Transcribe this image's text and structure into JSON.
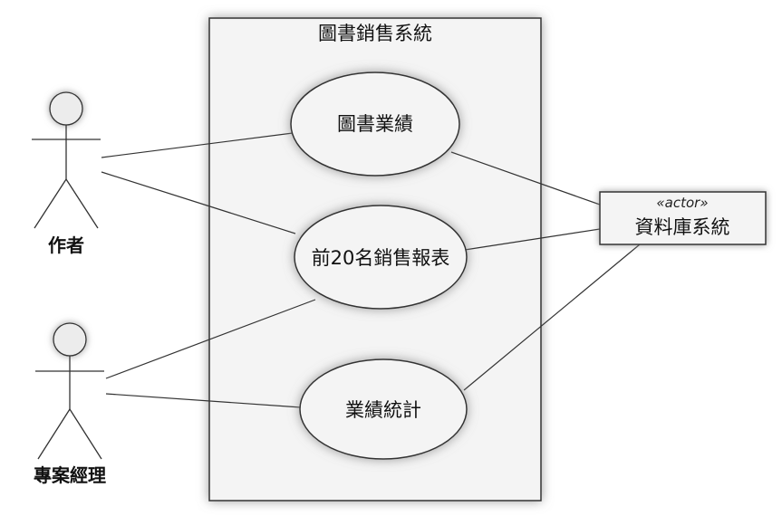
{
  "system_boundary": {
    "title": "圖書銷售系統"
  },
  "use_cases": [
    {
      "id": "uc1",
      "label": "圖書業績"
    },
    {
      "id": "uc2",
      "label": "前20名銷售報表"
    },
    {
      "id": "uc3",
      "label": "業績統計"
    }
  ],
  "actors": [
    {
      "id": "author",
      "label": "作者"
    },
    {
      "id": "manager",
      "label": "專案經理"
    }
  ],
  "external_system": {
    "stereotype": "«actor»",
    "name": "資料庫系統"
  },
  "associations": [
    {
      "from": "author",
      "to": "uc1"
    },
    {
      "from": "author",
      "to": "uc2"
    },
    {
      "from": "manager",
      "to": "uc2"
    },
    {
      "from": "manager",
      "to": "uc3"
    },
    {
      "from": "uc1",
      "to": "database"
    },
    {
      "from": "uc2",
      "to": "database"
    },
    {
      "from": "uc3",
      "to": "database"
    }
  ],
  "colors": {
    "line": "#333333",
    "ellipse_fill": "#f4f4f4",
    "boundary_fill": "#f4f4f4",
    "glow": "#9a9a9a"
  }
}
